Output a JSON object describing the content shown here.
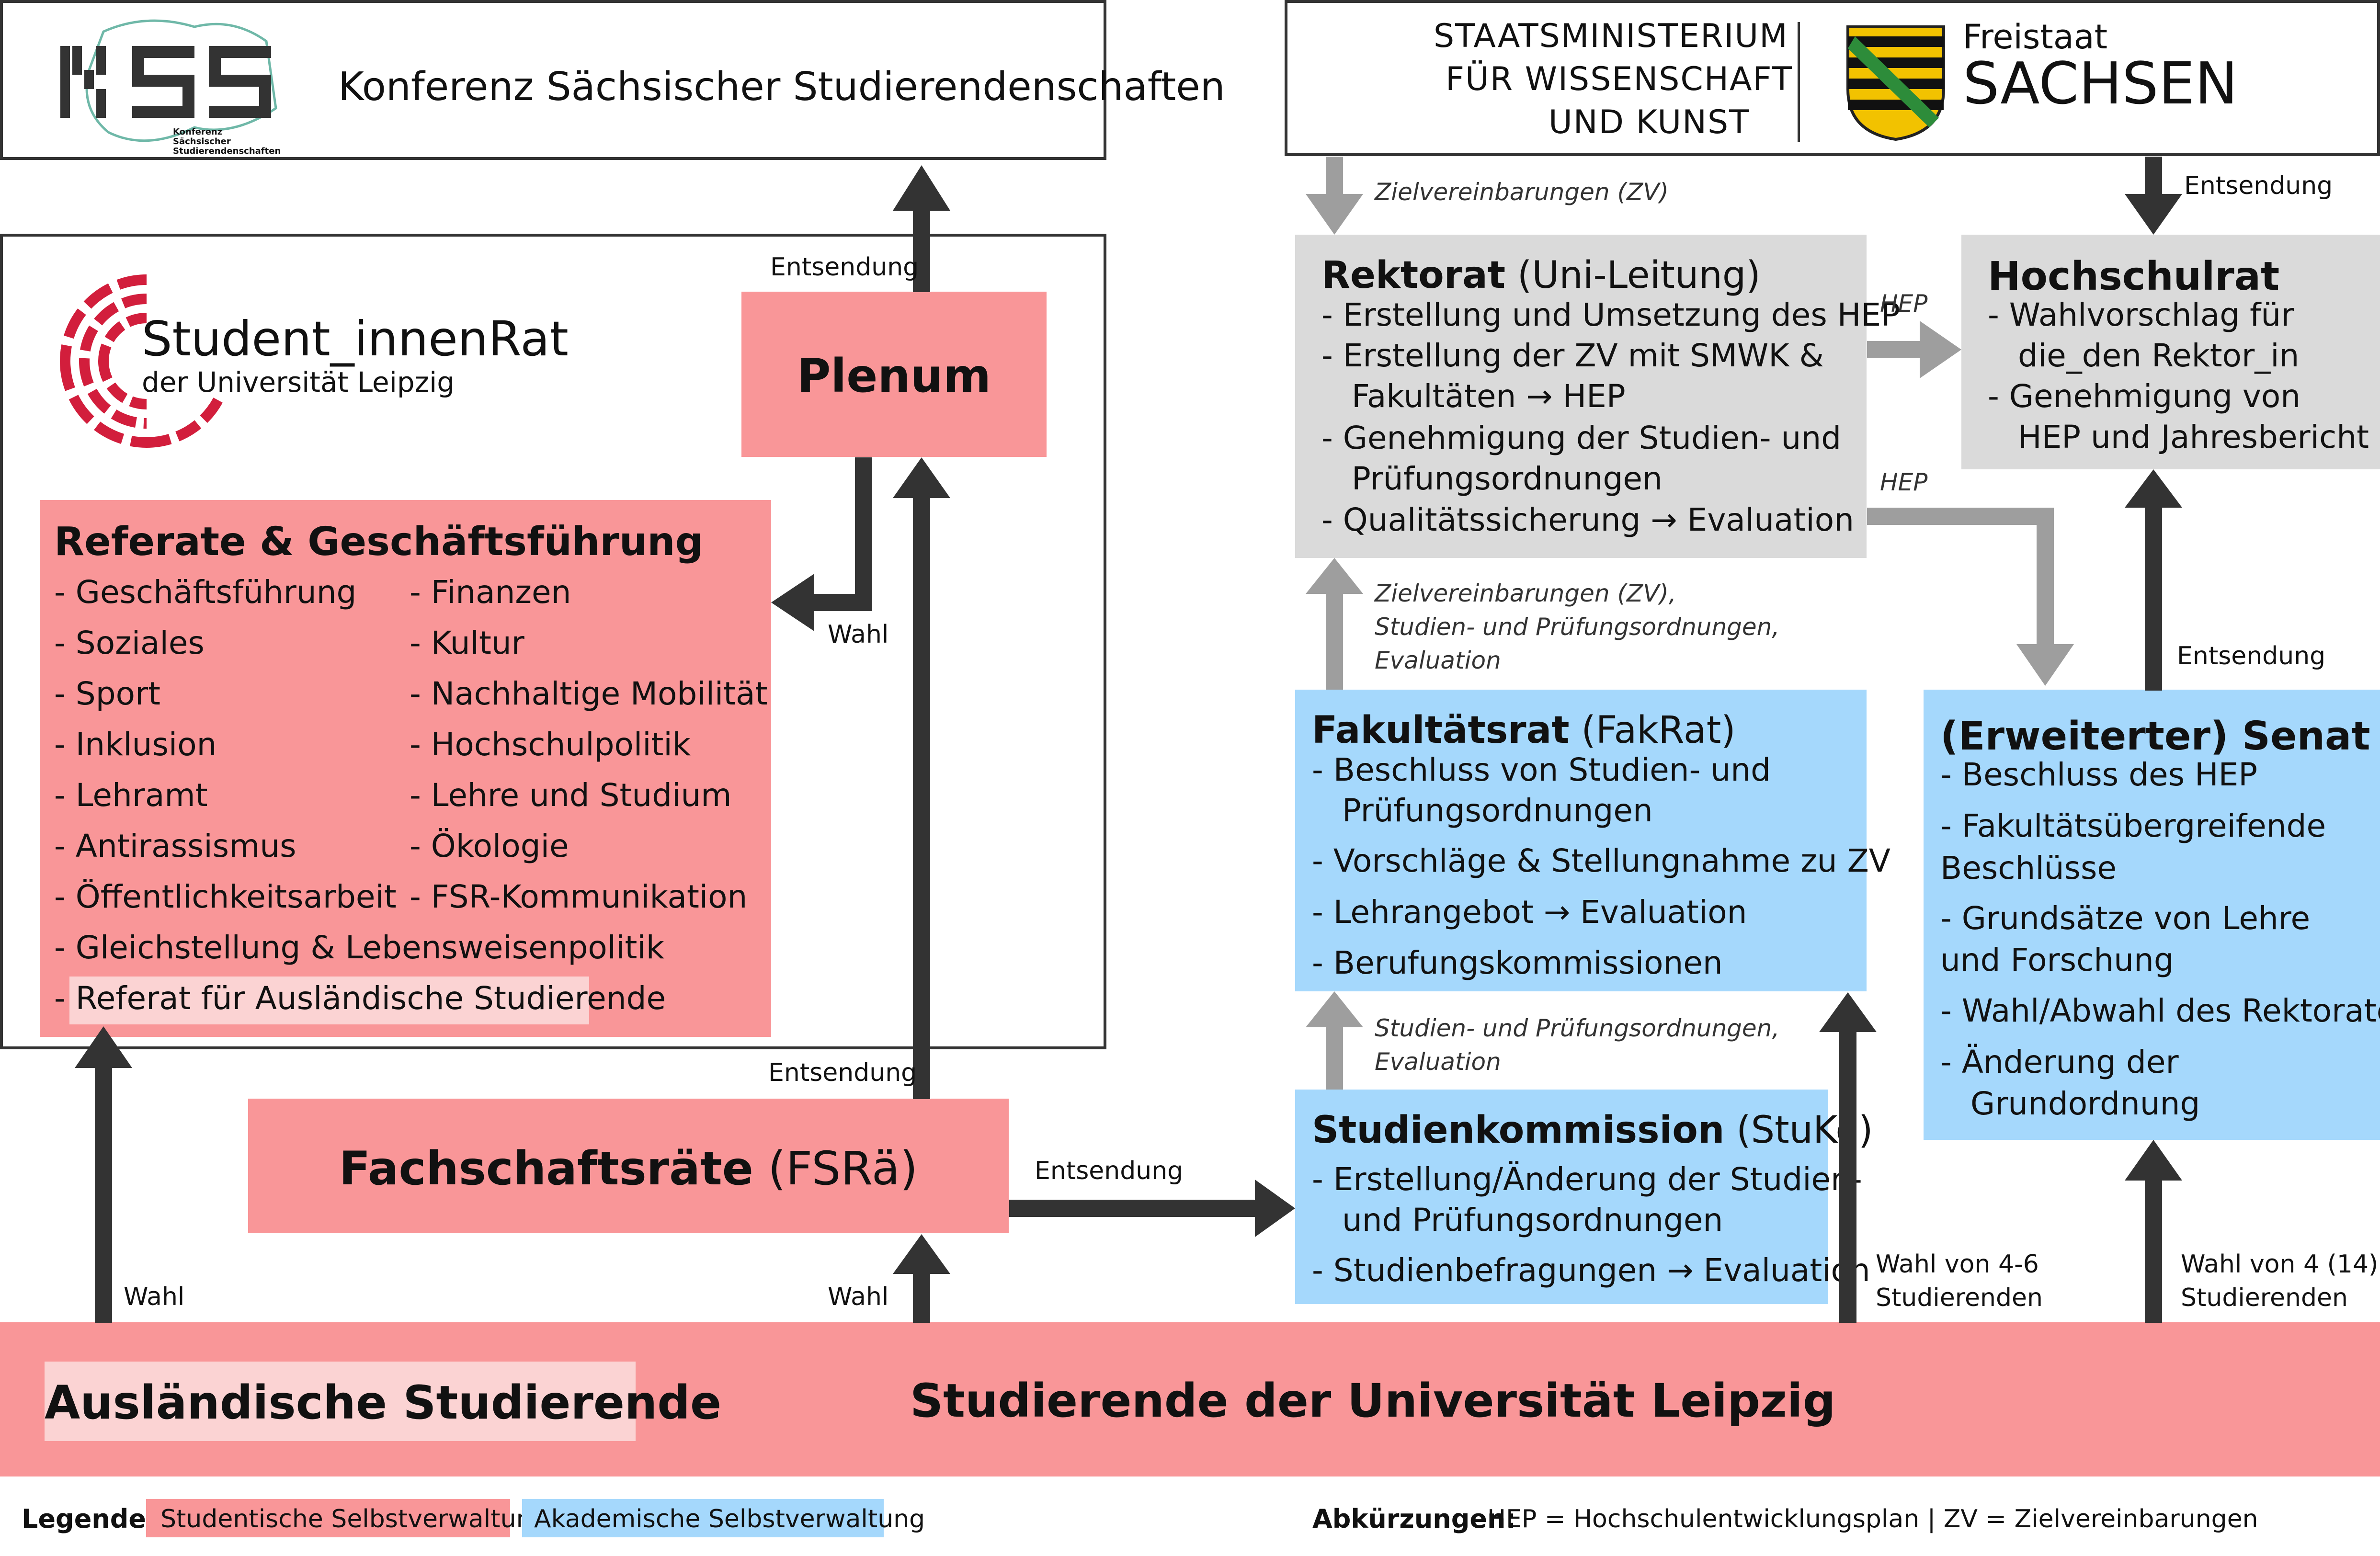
{
  "kss": {
    "logo_letters": "KSS",
    "logo_small": "Konferenz Sächsischer Studierendenschaften",
    "title": "Konferenz Sächsischer Studierendenschaften"
  },
  "smwk": {
    "line1": "STAATSMINISTERIUM",
    "line2": "FÜR WISSENSCHAFT",
    "line3": "UND KUNST",
    "freistaat": "Freistaat",
    "sachsen": "SACHSEN"
  },
  "stura": {
    "logo_title": "Student_innenRat",
    "logo_sub": "der Universität Leipzig"
  },
  "plenum": {
    "label": "Plenum"
  },
  "referate": {
    "title": "Referate & Geschäftsführung",
    "col1": [
      "- Geschäftsführung",
      "- Soziales",
      "- Sport",
      "- Inklusion",
      "- Lehramt",
      "- Antirassismus",
      "- Öffentlichkeitsarbeit"
    ],
    "col2": [
      "- Finanzen",
      "- Kultur",
      "- Nachhaltige Mobilität",
      "- Hochschulpolitik",
      "- Lehre und Studium",
      "- Ökologie",
      "- FSR-Kommunikation"
    ],
    "full1": "- Gleichstellung & Lebensweisenpolitik",
    "full2": "- Referat für Ausländische Studierende"
  },
  "fsr": {
    "label": "Fachschaftsräte",
    "abbr": "(FSRä)"
  },
  "students": {
    "main": "Studierende der Universität Leipzig",
    "foreign": "Ausländische Studierende"
  },
  "rektorat": {
    "title": "Rektorat",
    "sub": "(Uni-Leitung)",
    "items": [
      "- Erstellung und Umsetzung des HEP",
      "- Erstellung der ZV mit SMWK &",
      "   Fakultäten → HEP",
      "- Genehmigung der Studien- und",
      "   Prüfungsordnungen",
      "- Qualitätssicherung → Evaluation"
    ]
  },
  "hochschulrat": {
    "title": "Hochschulrat",
    "items": [
      "- Wahlvorschlag für",
      "   die_den Rektor_in",
      "- Genehmigung von",
      "   HEP und Jahresbericht"
    ]
  },
  "fakrat": {
    "title": "Fakultätsrat",
    "sub": "(FakRat)",
    "items": [
      "- Beschluss von Studien- und",
      "   Prüfungsordnungen",
      "- Vorschläge & Stellungnahme zu ZV",
      "- Lehrangebot → Evaluation",
      "- Berufungskommissionen"
    ]
  },
  "senat": {
    "title": "(Erweiterter) Senat",
    "items": [
      "- Beschluss des HEP",
      "- Fakultätsübergreifende",
      "Beschlüsse",
      "- Grundsätze von Lehre",
      "und Forschung",
      "- Wahl/Abwahl des Rektorates",
      "- Änderung der",
      "   Grundordnung"
    ]
  },
  "stuko": {
    "title": "Studienkommission",
    "sub": "(StuKo)",
    "items": [
      "- Erstellung/Änderung der Studien-",
      "   und Prüfungsordnungen",
      "- Studienbefragungen → Evaluation"
    ]
  },
  "labels": {
    "entsendung": "Entsendung",
    "wahl": "Wahl",
    "hep": "HEP",
    "zv": "Zielvereinbarungen (ZV)",
    "zv_multi1": "Zielvereinbarungen (ZV),",
    "zv_multi2": "Studien- und Prüfungsordnungen,",
    "zv_multi3": "Evaluation",
    "spo1": "Studien- und Prüfungsordnungen,",
    "spo2": "Evaluation",
    "wahl_46_1": "Wahl von 4-6",
    "wahl_46_2": "Studierenden",
    "wahl_414_1": "Wahl von 4 (14)",
    "wahl_414_2": "Studierenden"
  },
  "legend": {
    "label": "Legende:",
    "student": "Studentische Selbstverwaltung",
    "academic": "Akademische Selbstverwaltung",
    "abbr_label": "Abkürzungen:",
    "abbr_text": "HEP = Hochschulentwicklungsplan | ZV = Zielvereinbarungen"
  },
  "colors": {
    "student": "#f99698",
    "academic": "#a5d8fc",
    "state": "#dadada",
    "arrow_dark": "#333333",
    "arrow_grey": "#9e9e9e",
    "logo_red": "#d21e3c",
    "kss_teal": "#6fb8a8"
  },
  "icons": [
    "kss-logo-icon",
    "stura-logo-icon",
    "sachsen-coat-of-arms-icon"
  ]
}
